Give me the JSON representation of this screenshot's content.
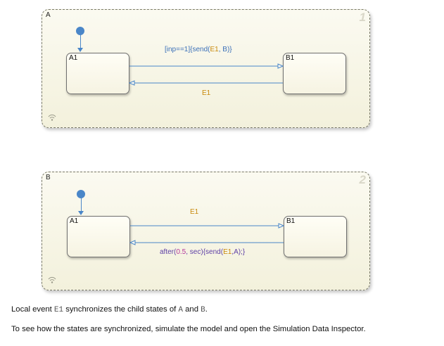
{
  "chart_a": {
    "label": "A",
    "exec_order": "1",
    "state_left": "A1",
    "state_right": "B1",
    "transition_top": {
      "p1": "[inp==1]{send(",
      "p2": "E1",
      "p3": ", B)}"
    },
    "transition_bottom": "E1"
  },
  "chart_b": {
    "label": "B",
    "exec_order": "2",
    "state_left": "A1",
    "state_right": "B1",
    "transition_top": "E1",
    "transition_bottom": {
      "p1": "after(",
      "p2": "0.5",
      "p3": ", sec){send(",
      "p4": "E1",
      "p5": ",A);}"
    }
  },
  "caption": {
    "line1": {
      "t1": "Local event ",
      "c1": "E1",
      "t2": " synchronizes the child states of ",
      "c2": "A",
      "t3": " and ",
      "c3": "B",
      "t4": "."
    },
    "line2": "To see how the states are synchronized, simulate the model and open the Simulation Data Inspector."
  },
  "colors": {
    "wire": "#4a86c8",
    "event": "#c8890c",
    "condition": "#3a6fb8",
    "number": "#b4369b"
  }
}
